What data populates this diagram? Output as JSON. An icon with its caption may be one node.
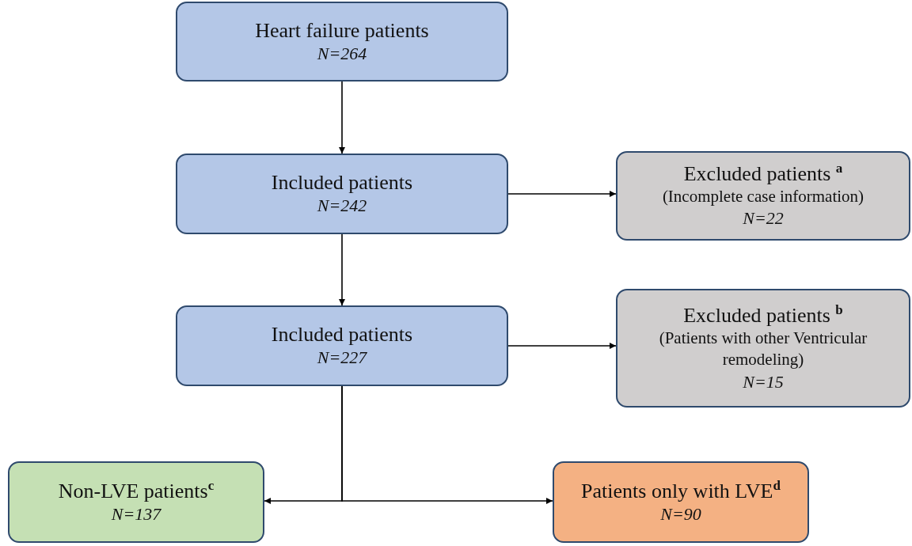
{
  "diagram": {
    "nodes": [
      {
        "text": [
          "Heart failure patients",
          "N=264"
        ]
      },
      {
        "text": [
          "Included patients",
          "N=242"
        ]
      },
      {
        "text": [
          "Excluded patients $^{a}$",
          "(Incomplete case information)",
          "N=22"
        ]
      },
      {
        "text": [
          "Included patients",
          "N=227"
        ]
      },
      {
        "text": [
          "Excluded patients $^{b}$",
          "(Patients with other Ventricular remodeling)",
          "N=15"
        ]
      },
      {
        "text": [
          "Non-LVE patients$^{c}$",
          "N=137"
        ]
      },
      {
        "text": [
          "Patients only with LVE$^{d}$",
          "N=90"
        ]
      }
    ],
    "edges": [
      {
        "from": 0,
        "to": 1,
        "arrow": "to"
      },
      {
        "from": 1,
        "to": 2,
        "arrow": "to"
      },
      {
        "from": 1,
        "to": 3,
        "arrow": "to"
      },
      {
        "from": 3,
        "to": 4,
        "arrow": "to"
      },
      {
        "from": 3,
        "to": 5,
        "arrow": "to"
      },
      {
        "from": 3,
        "to": 6,
        "arrow": "to"
      }
    ]
  }
}
